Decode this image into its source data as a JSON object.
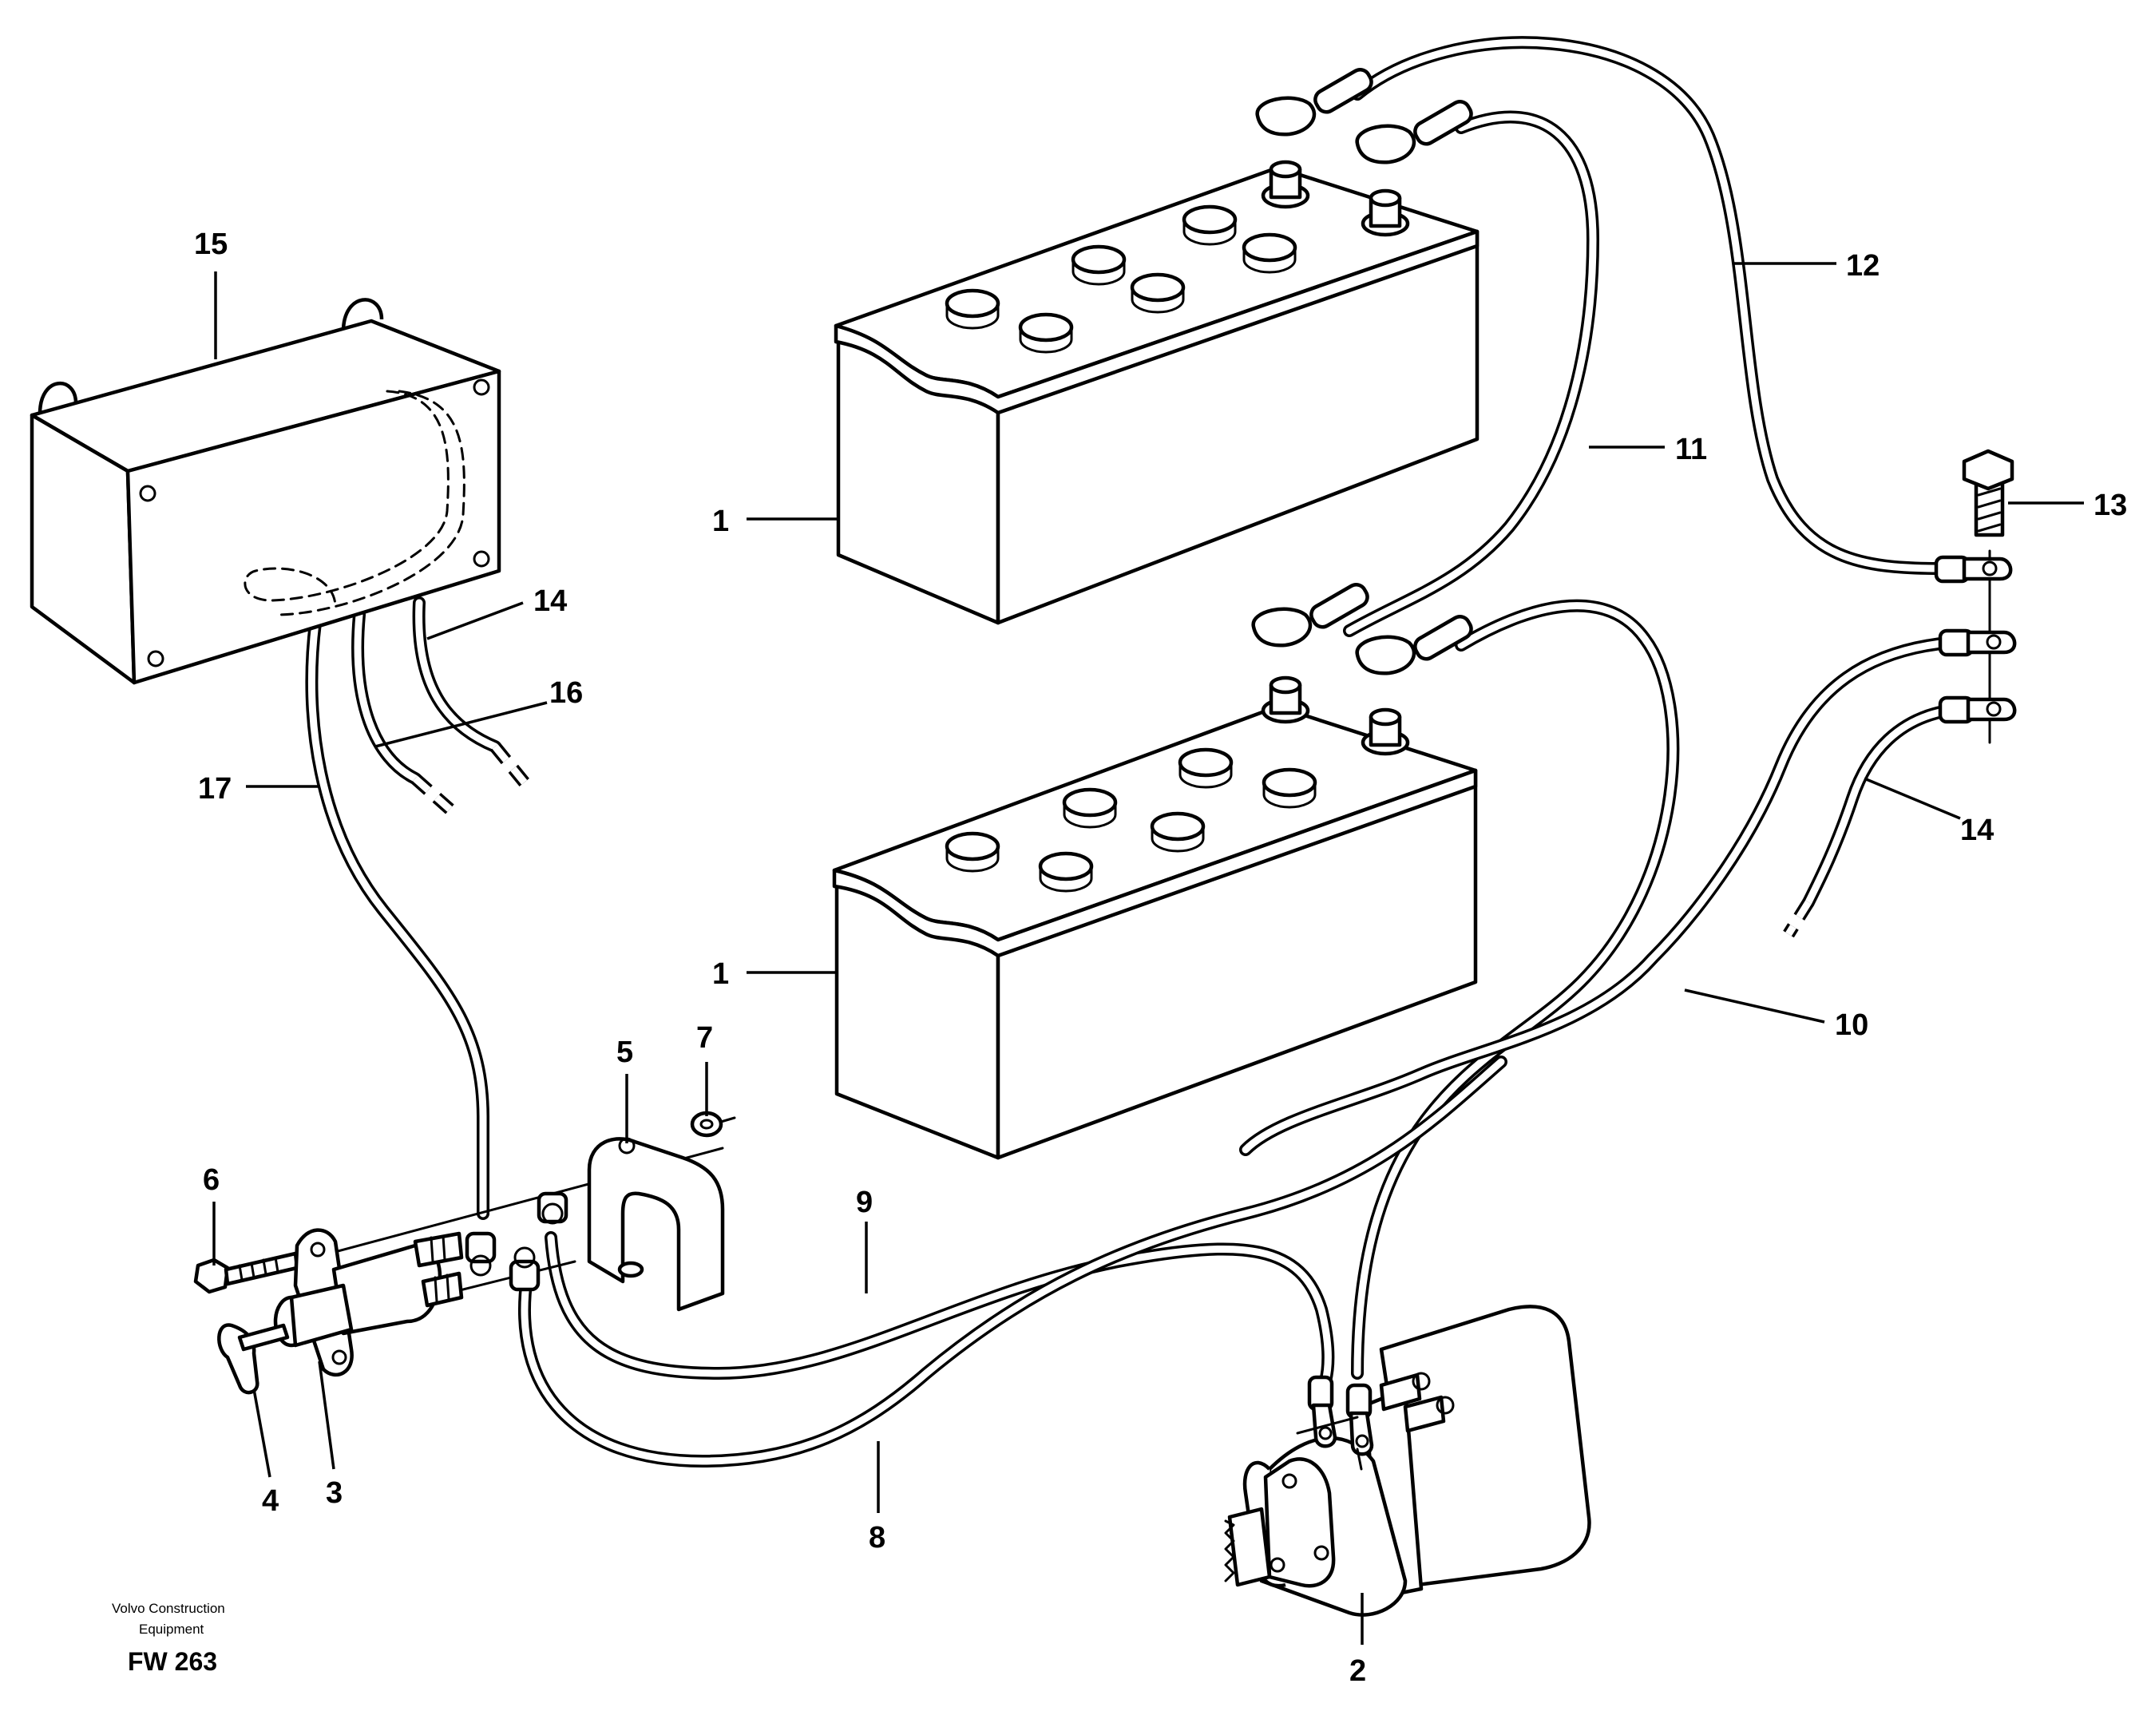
{
  "callouts": [
    {
      "id": "1a",
      "text": "1"
    },
    {
      "id": "1b",
      "text": "1"
    },
    {
      "id": "2",
      "text": "2"
    },
    {
      "id": "3",
      "text": "3"
    },
    {
      "id": "4",
      "text": "4"
    },
    {
      "id": "5",
      "text": "5"
    },
    {
      "id": "6",
      "text": "6"
    },
    {
      "id": "7",
      "text": "7"
    },
    {
      "id": "8",
      "text": "8"
    },
    {
      "id": "9",
      "text": "9"
    },
    {
      "id": "10",
      "text": "10"
    },
    {
      "id": "11",
      "text": "11"
    },
    {
      "id": "12",
      "text": "12"
    },
    {
      "id": "13",
      "text": "13"
    },
    {
      "id": "14a",
      "text": "14"
    },
    {
      "id": "14b",
      "text": "14"
    },
    {
      "id": "15",
      "text": "15"
    },
    {
      "id": "16",
      "text": "16"
    },
    {
      "id": "17",
      "text": "17"
    }
  ],
  "footer": {
    "company_line1": "Volvo Construction",
    "company_line2": "Equipment",
    "figure_code": "FW 263"
  },
  "colors": {
    "ink": "#000000",
    "paper": "#ffffff"
  }
}
